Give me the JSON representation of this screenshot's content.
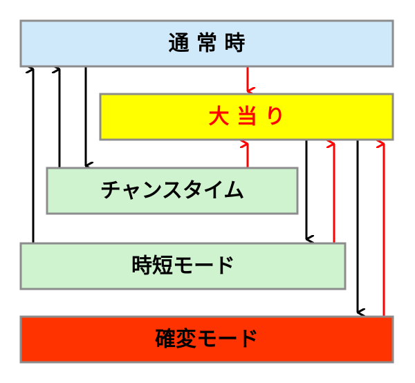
{
  "diagram": {
    "nodes": {
      "normal": {
        "label": "通 常 時",
        "fill": "#cfe9fb",
        "text_color": "#000000"
      },
      "jackpot": {
        "label": "大 当 り",
        "fill": "#ffff00",
        "text_color": "#ff0000"
      },
      "chance_time": {
        "label": "チャンスタイム",
        "fill": "#cff3cf",
        "text_color": "#000000"
      },
      "short_time_mode": {
        "label": "時短モード",
        "fill": "#cff3cf",
        "text_color": "#000000"
      },
      "probability_mode": {
        "label": "確変モード",
        "fill": "#ff3300",
        "text_color": "#000000"
      }
    },
    "edges": [
      {
        "from": "normal",
        "to": "jackpot",
        "color": "#ff0000"
      },
      {
        "from": "chance_time",
        "to": "jackpot",
        "color": "#ff0000"
      },
      {
        "from": "normal",
        "to": "chance_time",
        "color": "#000000"
      },
      {
        "from": "chance_time",
        "to": "normal",
        "color": "#000000"
      },
      {
        "from": "short_time_mode",
        "to": "normal",
        "color": "#000000"
      },
      {
        "from": "jackpot",
        "to": "short_time_mode",
        "color": "#000000"
      },
      {
        "from": "short_time_mode",
        "to": "jackpot",
        "color": "#ff0000"
      },
      {
        "from": "jackpot",
        "to": "probability_mode",
        "color": "#000000"
      },
      {
        "from": "probability_mode",
        "to": "jackpot",
        "color": "#ff0000"
      }
    ],
    "box_border_color": "#8c8c8c"
  }
}
